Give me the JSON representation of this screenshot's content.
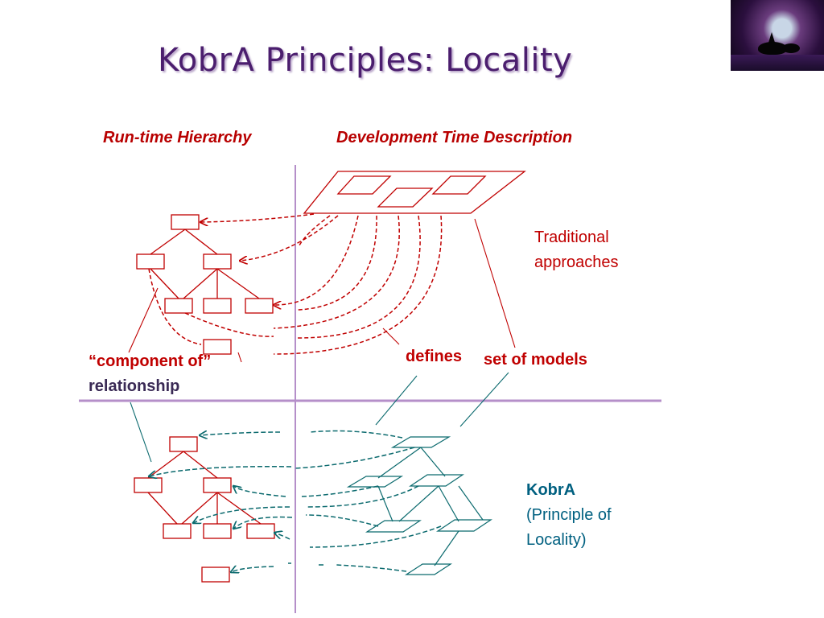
{
  "slide": {
    "title": "KobrA Principles: Locality",
    "headers": {
      "left": "Run-time Hierarchy",
      "right": "Development Time Description"
    },
    "labels": {
      "traditional_line1": "Traditional",
      "traditional_line2": "approaches",
      "defines": "defines",
      "set_of_models": "set of models",
      "component_of_line1": "“component of”",
      "component_of_line2": "relationship",
      "kobra": "KobrA",
      "principle_line1": "(Principle of",
      "principle_line2": "Locality)"
    },
    "colors": {
      "title": "#4b1e6e",
      "header": "#b80000",
      "traditional": "#c00000",
      "kobra": "#006080",
      "divider": "#b58fc9"
    },
    "images": {
      "thumbnail": "orca-night-sea-image"
    }
  }
}
